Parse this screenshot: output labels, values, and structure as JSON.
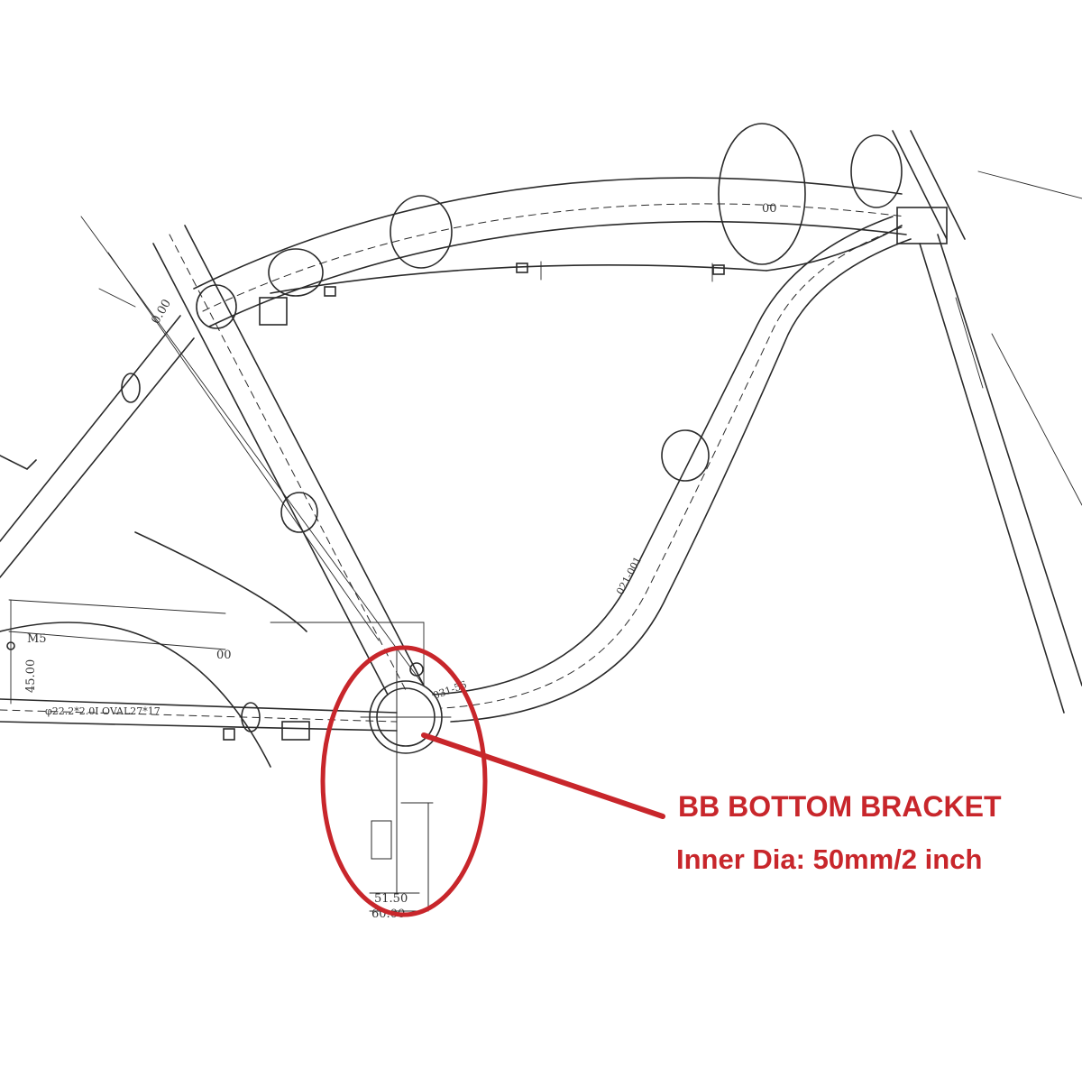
{
  "callout": {
    "title": "BB BOTTOM BRACKET",
    "subtitle": "Inner Dia: 50mm/2 inch",
    "color": "#c8262b"
  },
  "drawing": {
    "line_color": "#2a2a2a",
    "dimensions": {
      "m5": "M5",
      "d45": "45.00",
      "tube_spec": "φ22.2*2.0I OVAL27*17",
      "d00": "00",
      "d0": "0.00",
      "d5150": "51.50",
      "d6000": "60.00",
      "d31": "031-56",
      "d021": "021-001",
      "d00b": "00"
    }
  }
}
